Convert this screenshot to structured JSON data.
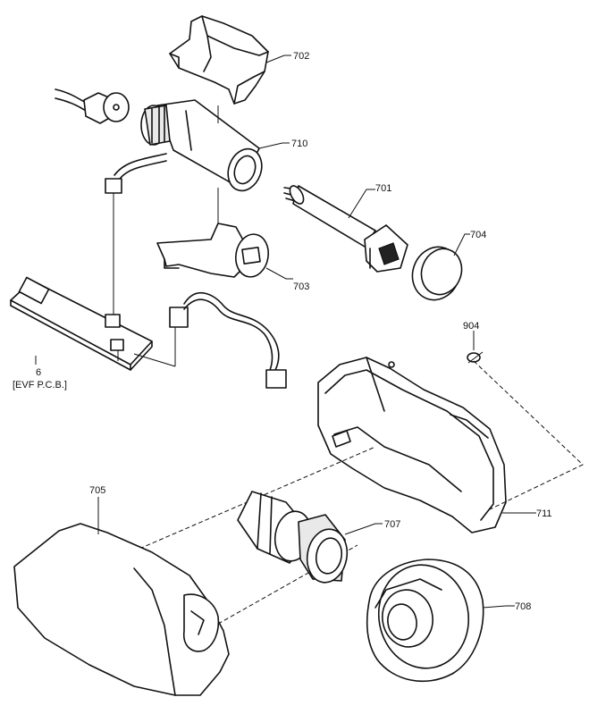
{
  "labels": {
    "p702": "702",
    "p710": "710",
    "p701": "701",
    "p704": "704",
    "p703": "703",
    "p904": "904",
    "p6": "6",
    "p6_desc": "[EVF P.C.B.]",
    "p711": "711",
    "p705": "705",
    "p707": "707",
    "p708": "708"
  }
}
